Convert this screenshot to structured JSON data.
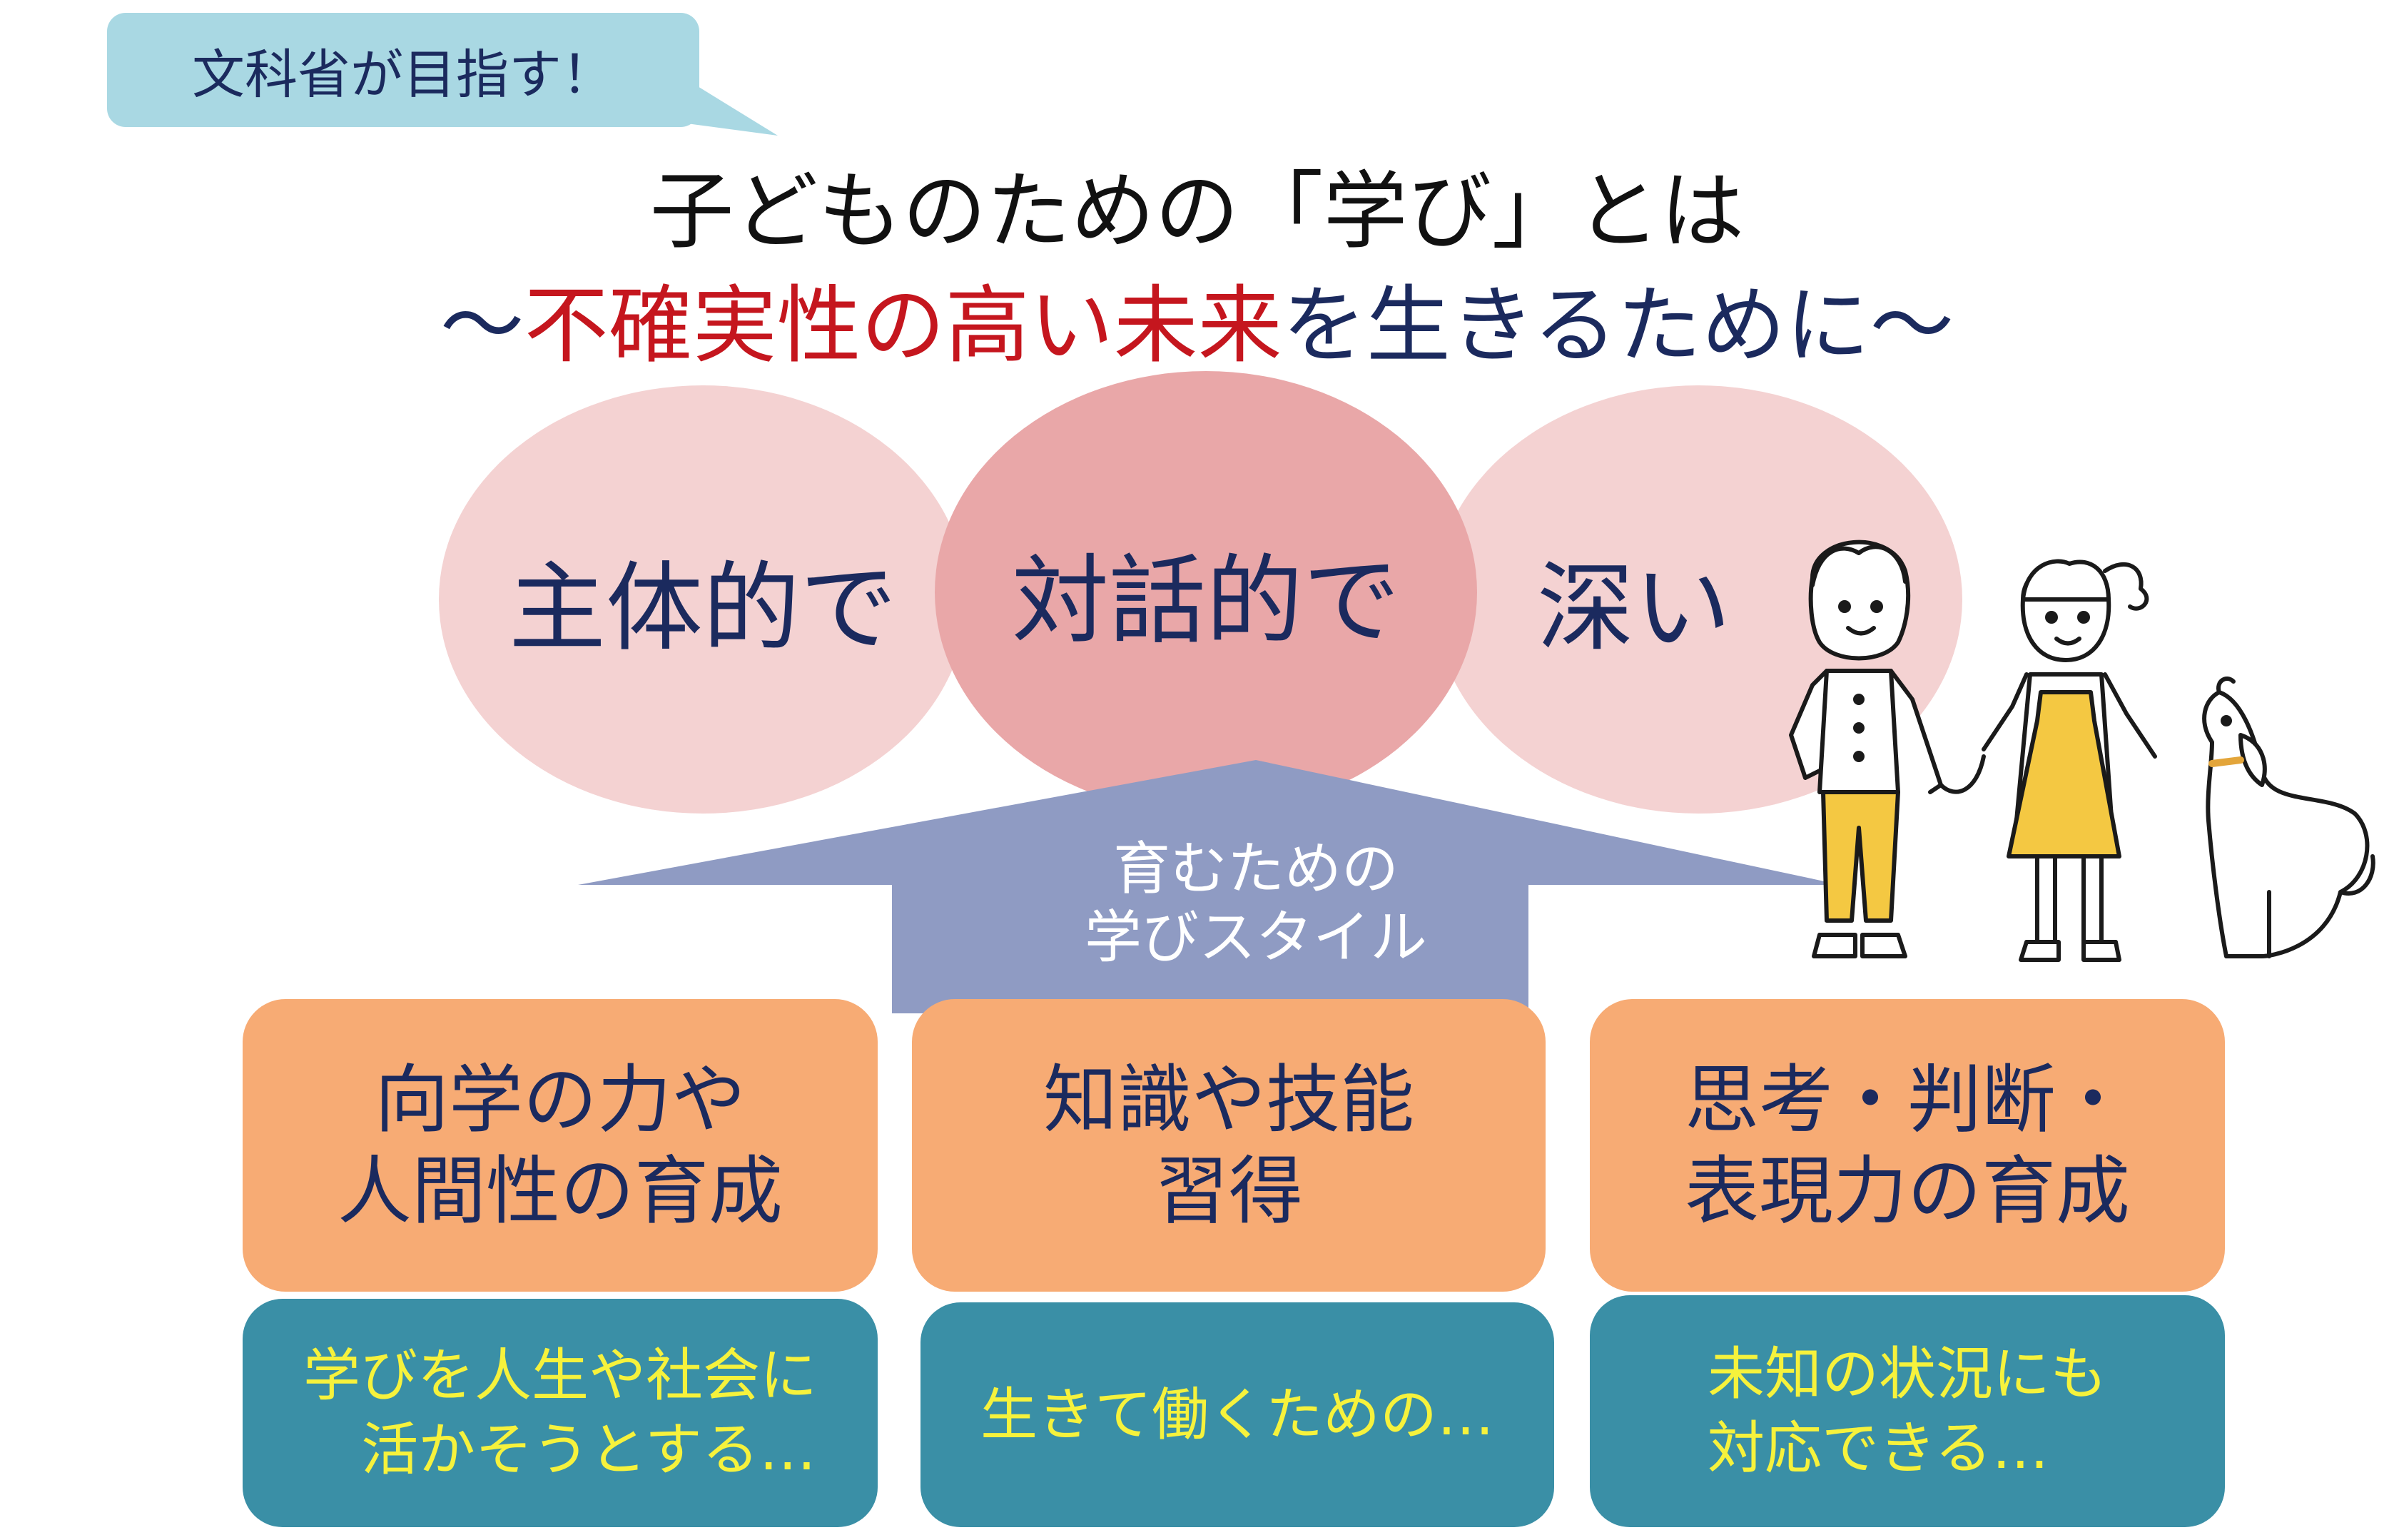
{
  "tag": {
    "label": "文科省が目指す！"
  },
  "title": {
    "line1": "子どものための「学び」とは",
    "line2_prefix": "〜",
    "line2_red": "不確実性の高い未来",
    "line2_suffix": "を生きるために〜"
  },
  "ellipses": [
    {
      "label": "主体的で"
    },
    {
      "label": "対話的で"
    },
    {
      "label": "深い"
    }
  ],
  "arrow": {
    "line1": "育むための",
    "line2": "学びスタイル"
  },
  "orange_boxes": [
    {
      "line1": "向学の力や",
      "line2": "人間性の育成"
    },
    {
      "line1": "知識や技能",
      "line2": "習得"
    },
    {
      "line1": "思考・判断・",
      "line2": "表現力の育成"
    }
  ],
  "teal_boxes": [
    {
      "line1": "学びを人生や社会に",
      "line2": "活かそうとする…"
    },
    {
      "line1": "生きて働くための…",
      "line2": ""
    },
    {
      "line1": "未知の状況にも",
      "line2": "対応できる…"
    }
  ],
  "colors": {
    "tag_bg": "#a9d8e3",
    "title_dark": "#1b2a5e",
    "title_red": "#c5161e",
    "ellipse_light": "#f4d2d2",
    "ellipse_mid": "#e9a7a8",
    "arrow": "#8f9bc3",
    "orange": "#f7ab74",
    "teal": "#3a8fa6",
    "teal_text": "#f6f23c"
  }
}
